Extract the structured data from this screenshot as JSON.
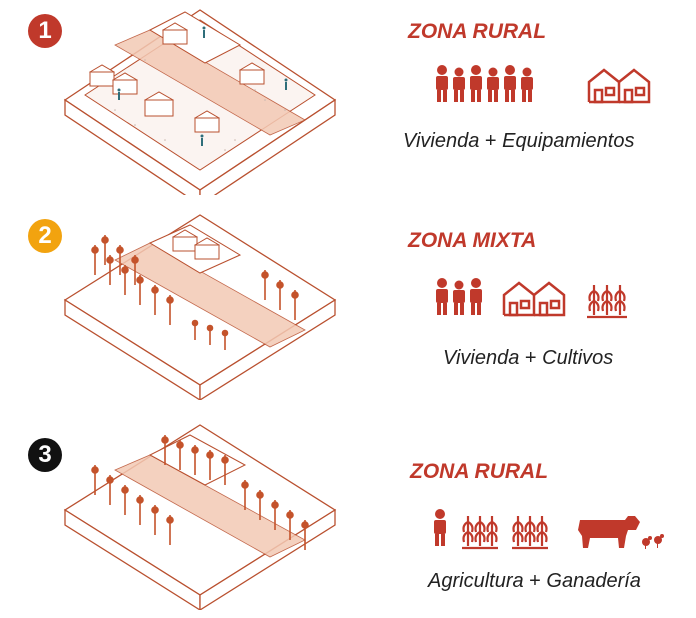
{
  "colors": {
    "accent": "#c0392b",
    "line": "#b9502f",
    "path_fill": "#f3c9b4",
    "badge1": "#c0392b",
    "badge2": "#f2a30f",
    "badge3": "#111111",
    "crop": "#c4532b",
    "person_small": "#2f6e7a"
  },
  "panels": [
    {
      "badge": "1",
      "title": "ZONA RURAL",
      "caption_main": "Vivienda",
      "caption_plus": "+",
      "caption_rest": "Equipamientos",
      "icons": [
        "person-group-6-icon",
        "houses-icon"
      ]
    },
    {
      "badge": "2",
      "title": "ZONA MIXTA",
      "caption_main": "Vivienda",
      "caption_plus": "+",
      "caption_rest": "Cultivos",
      "icons": [
        "person-group-3-icon",
        "houses-icon",
        "wheat-icon"
      ]
    },
    {
      "badge": "3",
      "title": "ZONA RURAL",
      "caption_main": "Agricultura",
      "caption_plus": "+",
      "caption_rest": "Ganadería",
      "icons": [
        "person-icon",
        "wheat-icon",
        "wheat-icon",
        "cow-icon",
        "chicken-icon"
      ]
    }
  ]
}
